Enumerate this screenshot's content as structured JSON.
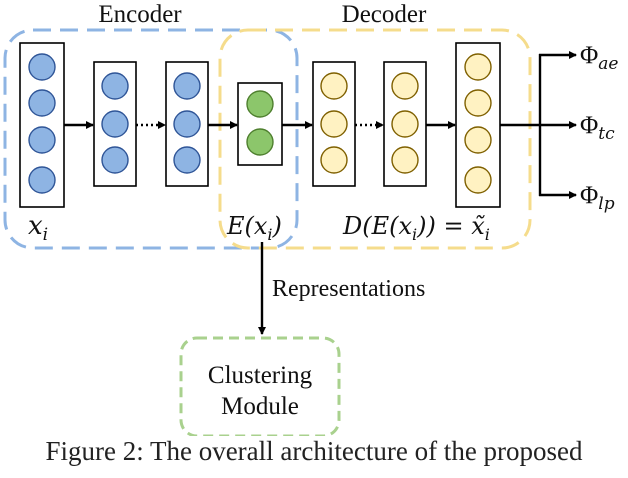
{
  "labels": {
    "encoder": "Encoder",
    "decoder": "Decoder",
    "representations": "Representations",
    "clustering_line1": "Clustering",
    "clustering_line2": "Module",
    "x_i": "x",
    "x_i_sub": "i",
    "e_x_i": "E(x",
    "e_x_i_sub": "i",
    "e_x_i_close": ")",
    "d_e_x_i": "D(E(x",
    "d_e_x_i_sub": "i",
    "d_e_x_i_close": ")) = x̃",
    "d_e_x_i_sub2": "i",
    "phi_ae": "Φ",
    "phi_ae_sub": "ae",
    "phi_tc": "Φ",
    "phi_tc_sub": "tc",
    "phi_lp": "Φ",
    "phi_lp_sub": "lp"
  },
  "caption": "Figure 2: The overall architecture of the proposed",
  "colors": {
    "encoder_node_fill": "#8EB4E3",
    "encoder_node_stroke": "#2F5597",
    "latent_node_fill": "#8CC66B",
    "latent_node_stroke": "#4E7F2E",
    "decoder_node_fill": "#FFF2C2",
    "decoder_node_stroke": "#7F6000",
    "encoder_region": "#8EB4E3",
    "decoder_region": "#F5DC8C",
    "cluster_region": "#A9D18E"
  }
}
